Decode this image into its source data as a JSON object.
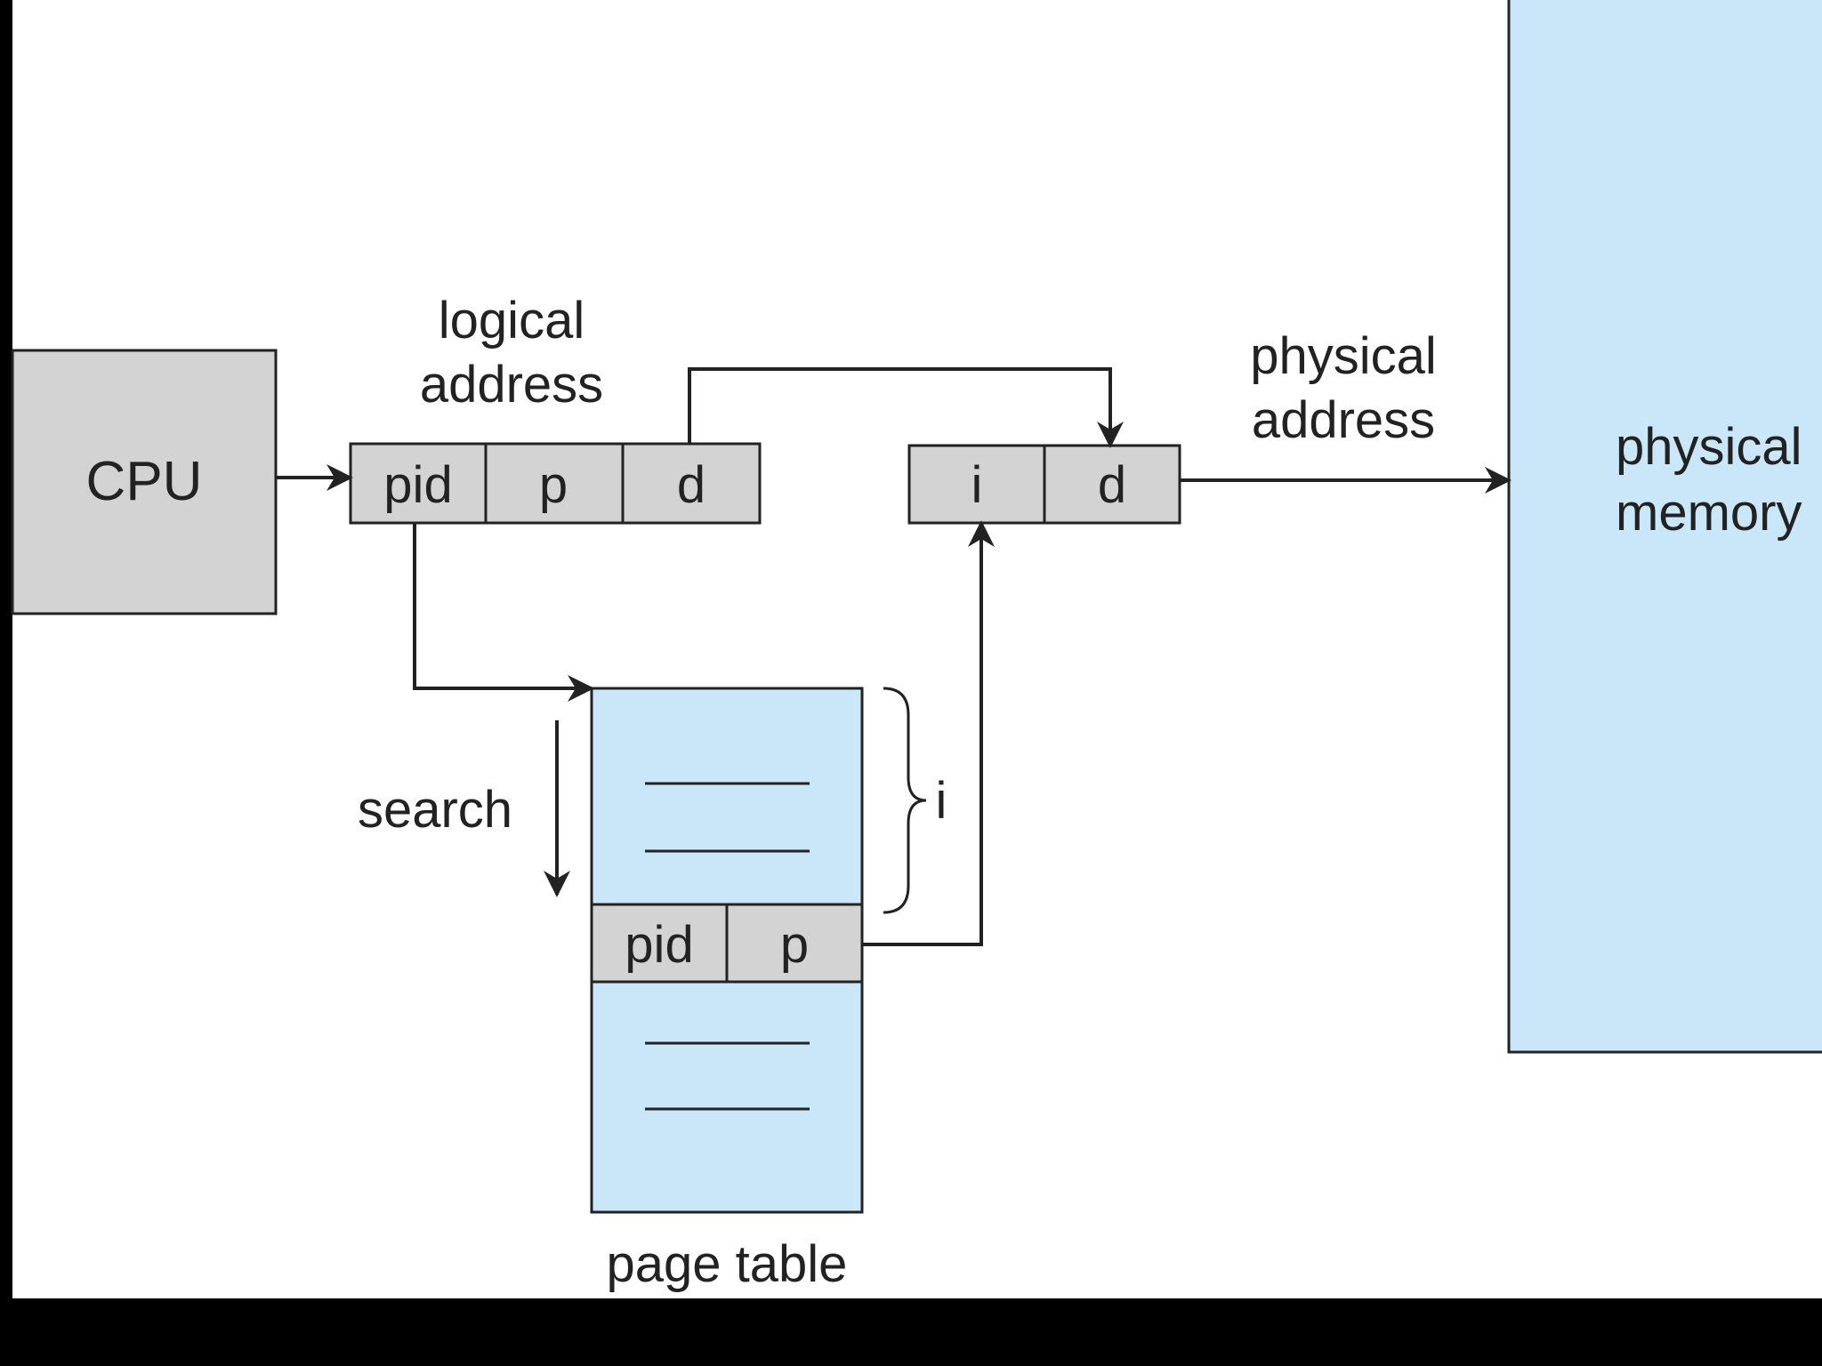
{
  "colors": {
    "background": "#ffffff",
    "frame": "#000000",
    "box_gray": "#d3d3d3",
    "box_blue": "#c9e7f8",
    "stroke": "#222222"
  },
  "labels": {
    "cpu": "CPU",
    "logical_address": [
      "logical",
      "address"
    ],
    "physical_address": [
      "physical",
      "address"
    ],
    "physical_memory": [
      "physical",
      "memory"
    ],
    "search": "search",
    "page_table": "page table",
    "brace_label": "i"
  },
  "logical_fields": [
    "pid",
    "p",
    "d"
  ],
  "physical_fields": [
    "i",
    "d"
  ],
  "page_table_entry": [
    "pid",
    "p"
  ]
}
